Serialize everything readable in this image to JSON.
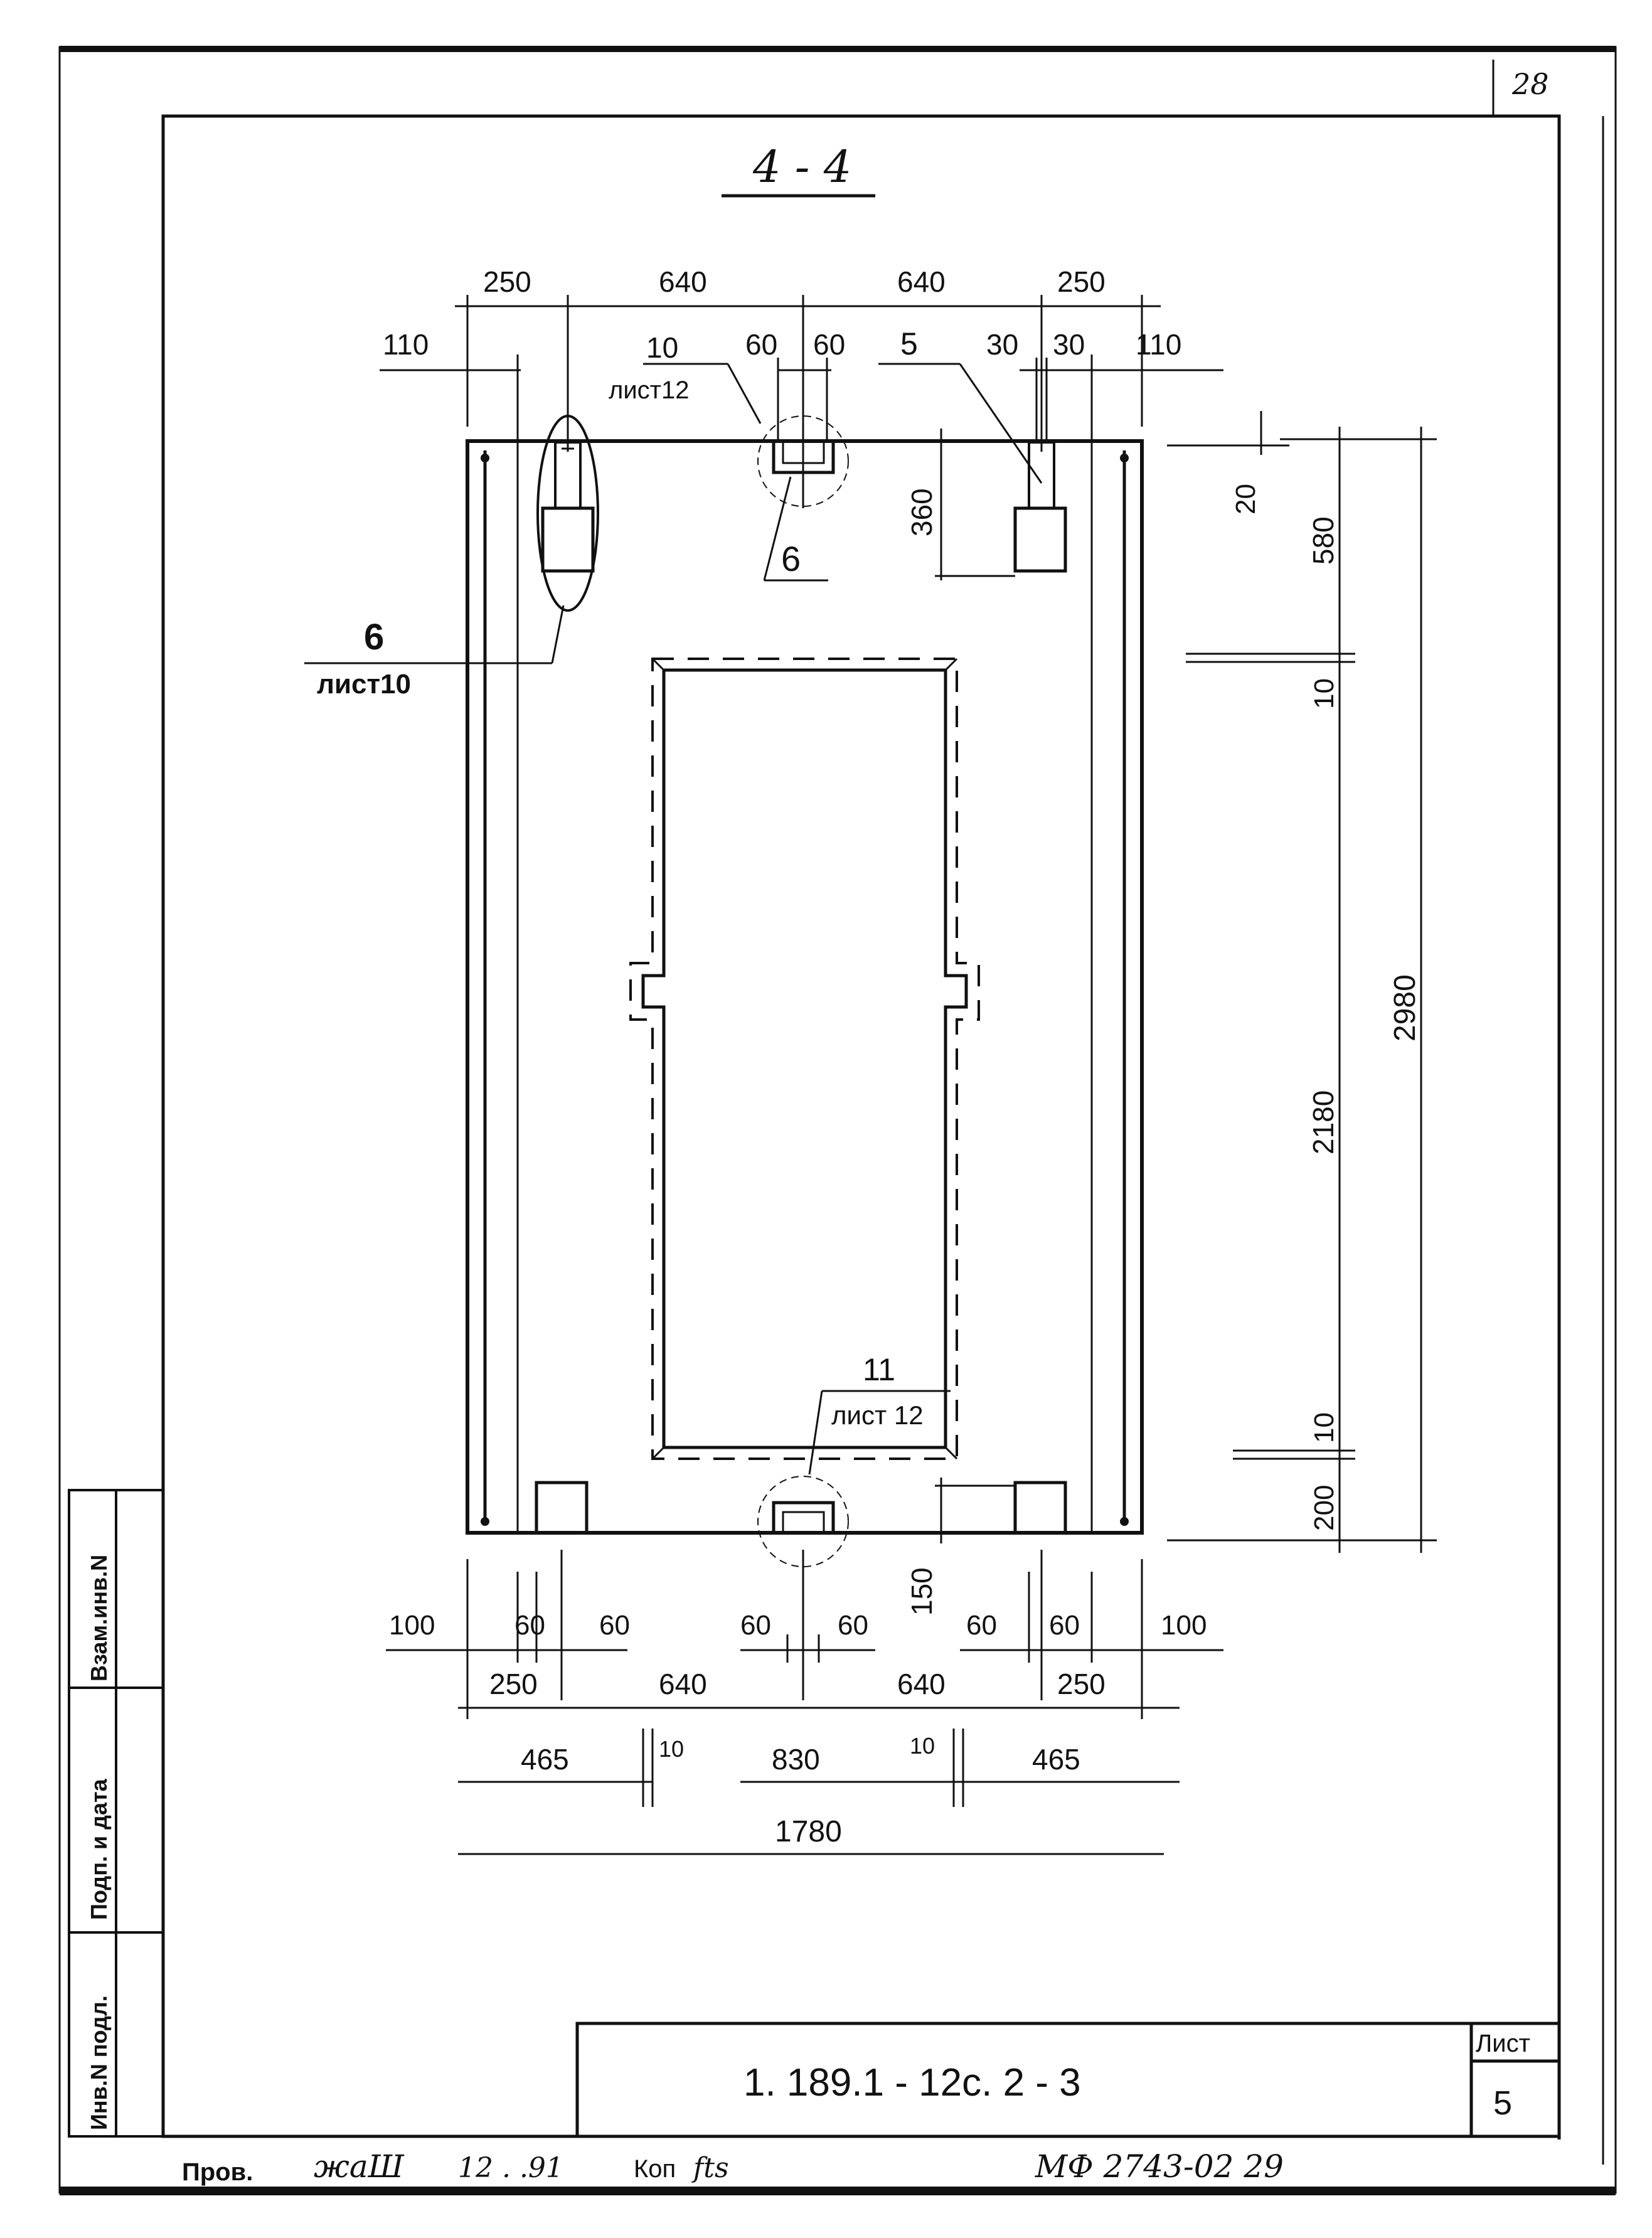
{
  "page_number": "28",
  "section_title": "4 - 4",
  "dims_top": {
    "row1": [
      "250",
      "640",
      "640",
      "250"
    ],
    "row2": [
      "110",
      "60",
      "60",
      "30",
      "30",
      "110"
    ]
  },
  "callouts": {
    "detail_10": "10",
    "detail_10_sheet": "лист12",
    "detail_5": "5",
    "detail_6_small": "6",
    "detail_6_left": "6",
    "detail_6_left_sheet": "лист10",
    "detail_11": "11",
    "detail_11_sheet": "лист 12"
  },
  "dims_inner": {
    "d360": "360",
    "d150": "150"
  },
  "dims_right": {
    "d20": "20",
    "d580": "580",
    "d10a": "10",
    "d2180": "2180",
    "d10b": "10",
    "d200": "200",
    "d2980": "2980"
  },
  "dims_bottom": {
    "row1": [
      "100",
      "60",
      "60",
      "60",
      "60",
      "60",
      "60",
      "100"
    ],
    "row2": [
      "250",
      "640",
      "640",
      "250"
    ],
    "row3": [
      "465",
      "10",
      "830",
      "10",
      "465"
    ],
    "total": "1780"
  },
  "side_stamps": [
    "Взам.инв.N",
    "Подп. и дата",
    "Инв.N подл."
  ],
  "title_block": {
    "document_code": "1. 189.1 - 12с. 2 - 3",
    "sheet_label": "Лист",
    "sheet_number": "5"
  },
  "footer": {
    "check_label": "Пров.",
    "check_signature": "жаШ",
    "check_date": "12 . .91",
    "copy_label": "Коп",
    "copy_signature": "fts",
    "archive_code": "МФ 2743-02  29"
  }
}
